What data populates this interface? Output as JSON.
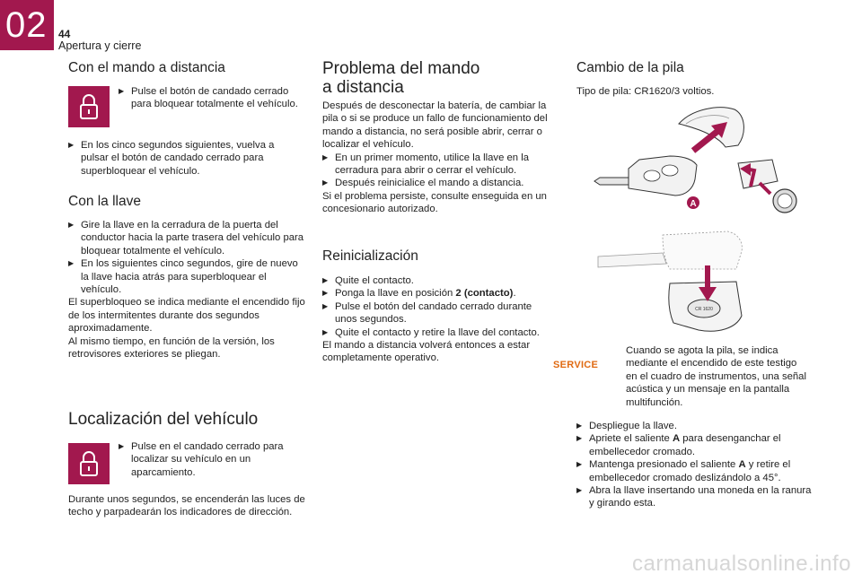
{
  "header": {
    "chapter": "02",
    "page_number": "44",
    "section": "Apertura y cierre"
  },
  "col1": {
    "remote": {
      "title": "Con el mando a distancia",
      "step1": "Pulse el botón de candado cerrado para bloquear totalmente el vehículo.",
      "step2": "En los cinco segundos siguientes, vuelva a pulsar el botón de candado cerrado para superbloquear el vehículo."
    },
    "key": {
      "title": "Con la llave",
      "step1": "Gire la llave en la cerradura de la puerta del conductor hacia la parte trasera del vehículo para bloquear totalmente el vehículo.",
      "step2": "En los siguientes cinco segundos, gire de nuevo la llave hacia atrás para superbloquear el vehículo.",
      "para1": "El superbloqueo se indica mediante el encendido fijo de los intermitentes durante dos segundos aproximadamente.",
      "para2": "Al mismo tiempo, en función de la versión, los retrovisores exteriores se pliegan."
    },
    "locate": {
      "title": "Localización del vehículo",
      "step1": "Pulse en el candado cerrado para localizar su vehículo en un aparcamiento.",
      "para": "Durante unos segundos, se encenderán las luces de techo y parpadearán los indicadores de dirección."
    }
  },
  "col2": {
    "problem": {
      "title_line1": "Problema del mando",
      "title_line2": "a distancia",
      "para1": "Después de desconectar la batería, de cambiar la pila o si se produce un fallo de funcionamiento del mando a distancia, no será posible abrir, cerrar o localizar el vehículo.",
      "step1": "En un primer momento, utilice la llave en la cerradura para abrir o cerrar el vehículo.",
      "step2": "Después reinicialice el mando a distancia.",
      "para2": "Si el problema persiste, consulte enseguida en un concesionario autorizado."
    },
    "reset": {
      "title": "Reinicialización",
      "step1": "Quite el contacto.",
      "step2_pre": "Ponga la llave en posición ",
      "step2_bold": "2 (contacto)",
      "step2_post": ".",
      "step3": "Pulse el botón del candado cerrado durante unos segundos.",
      "step4": "Quite el contacto y retire la llave del contacto.",
      "para": "El mando a distancia volverá entonces a estar completamente operativo."
    }
  },
  "col3": {
    "title": "Cambio de la pila",
    "battery": "Tipo de pila: CR1620/3 voltios.",
    "label_a": "A",
    "coin_text": "CR 1620",
    "service_label": "SERVICE",
    "service_text": "Cuando se agota la pila, se indica mediante el encendido de este testigo en el cuadro de instrumentos, una señal acústica y un mensaje en la pantalla multifunción.",
    "step1": "Despliegue la llave.",
    "step2_pre": "Apriete el saliente ",
    "step2_bold": "A",
    "step2_post": " para desenganchar el embellecedor cromado.",
    "step3_pre": "Mantenga presionado el saliente ",
    "step3_bold": "A",
    "step3_post": " y retire el embellecedor cromado deslizándolo a 45°.",
    "step4": "Abra la llave insertando una moneda en la ranura y girando esta."
  },
  "footer": {
    "watermark": "carmanualsonline.info"
  },
  "colors": {
    "accent": "#a2184e",
    "arrow": "#a2184e",
    "service": "#e06a12"
  },
  "icons": {
    "bullet": "arrow-bullet-icon",
    "lock": "padlock-closed-icon"
  }
}
